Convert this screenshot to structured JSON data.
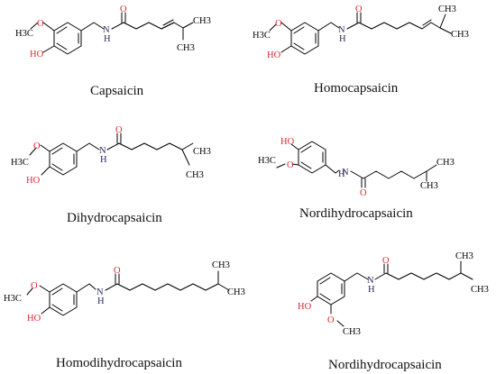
{
  "colors": {
    "heteroatom": "#e0242b",
    "nitrogen": "#2a2a5a",
    "bond": "#000000",
    "background": "#ffffff"
  },
  "compounds": [
    {
      "name": "Capsaicin",
      "atoms": {
        "methyl_group": "H3C",
        "methoxy_o": "O",
        "hydroxyl": "HO",
        "amide_nh": "N",
        "nh_h": "H",
        "carbonyl_o": "O",
        "terminal_1": "CH3",
        "terminal_2": "CH3"
      }
    },
    {
      "name": "Homocapsaicin",
      "atoms": {
        "methyl_group": "H3C",
        "methoxy_o": "O",
        "hydroxyl": "HO",
        "amide_nh": "N",
        "nh_h": "H",
        "carbonyl_o": "O",
        "terminal_1": "CH3",
        "terminal_2": "CH3"
      }
    },
    {
      "name": "Dihydrocapsaicin",
      "atoms": {
        "methyl_group": "H3C",
        "methoxy_o": "O",
        "hydroxyl": "HO",
        "amide_nh": "N",
        "nh_h": "H",
        "carbonyl_o": "O",
        "terminal_1": "CH3",
        "terminal_2": "CH3"
      }
    },
    {
      "name": "Nordihydrocapsaicin",
      "atoms": {
        "methyl_group": "H3C",
        "methoxy_o": "O",
        "hydroxyl": "HO",
        "amide_nh": "N",
        "nh_h": "H",
        "carbonyl_o": "O",
        "terminal_1": "CH3",
        "terminal_2": "CH3"
      }
    },
    {
      "name": "Homodihydrocapsaicin",
      "atoms": {
        "methyl_group": "H3C",
        "methoxy_o": "O",
        "hydroxyl": "HO",
        "amide_nh": "N",
        "nh_h": "H",
        "carbonyl_o": "O",
        "terminal_1": "CH3",
        "terminal_2": "CH3"
      }
    },
    {
      "name": "Nordihydrocapsaicin",
      "atoms": {
        "methyl_group": "CH3",
        "methoxy_o": "O",
        "hydroxyl": "HO",
        "amide_nh": "N",
        "nh_h": "H",
        "carbonyl_o": "O",
        "terminal_1": "CH3",
        "terminal_2": "CH3"
      }
    }
  ]
}
